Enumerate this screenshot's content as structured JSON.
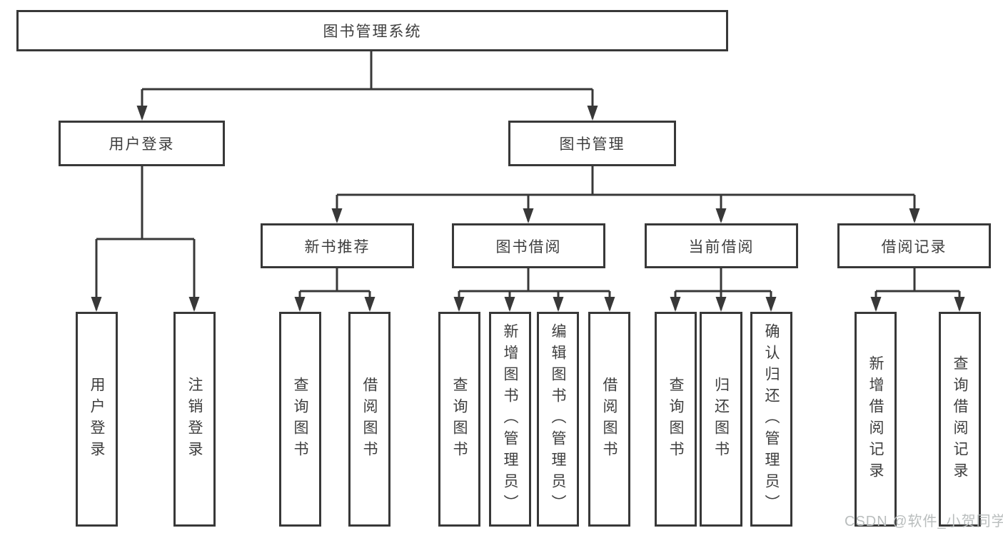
{
  "watermark": "CSDN @软件_小贺同学",
  "colors": {
    "line": "#383838",
    "box_border": "#383838",
    "text": "#3e3e3e",
    "watermark": "#b9bdbd",
    "background": "#ffffff"
  },
  "tree": {
    "root": {
      "label": "图书管理系统"
    },
    "branches": [
      {
        "label": "用户登录",
        "children": [
          {
            "label": "用户登录"
          },
          {
            "label": "注销登录"
          }
        ]
      },
      {
        "label": "图书管理",
        "children": [
          {
            "label": "新书推荐",
            "children": [
              {
                "label": "查询图书"
              },
              {
                "label": "借阅图书"
              }
            ]
          },
          {
            "label": "图书借阅",
            "children": [
              {
                "label": "查询图书"
              },
              {
                "label": "新增图书（管理员）"
              },
              {
                "label": "编辑图书（管理员）"
              },
              {
                "label": "借阅图书"
              }
            ]
          },
          {
            "label": "当前借阅",
            "children": [
              {
                "label": "查询图书"
              },
              {
                "label": "归还图书"
              },
              {
                "label": "确认归还（管理员）"
              }
            ]
          },
          {
            "label": "借阅记录",
            "children": [
              {
                "label": "新增借阅记录"
              },
              {
                "label": "查询借阅记录"
              }
            ]
          }
        ]
      }
    ]
  }
}
